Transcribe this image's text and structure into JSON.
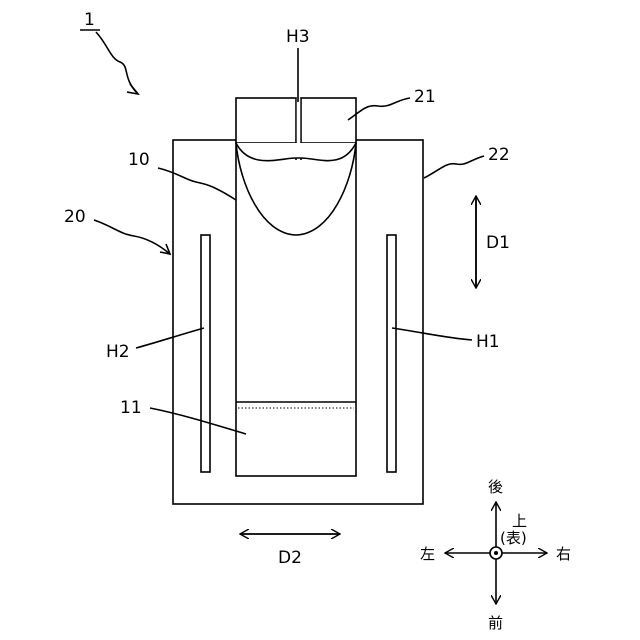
{
  "labels": {
    "fig_number": "1",
    "outer_container": "20",
    "outer_container_edge": "22",
    "inner_container": "10",
    "inner_top": "21",
    "liquid": "11",
    "gap_top": "H3",
    "gap_left": "H2",
    "gap_right": "H1",
    "distance_vertical": "D1",
    "distance_horizontal": "D2"
  },
  "compass": {
    "back": "後",
    "front": "前",
    "left": "左",
    "right": "右",
    "up": "上",
    "up_note": "(表)"
  }
}
